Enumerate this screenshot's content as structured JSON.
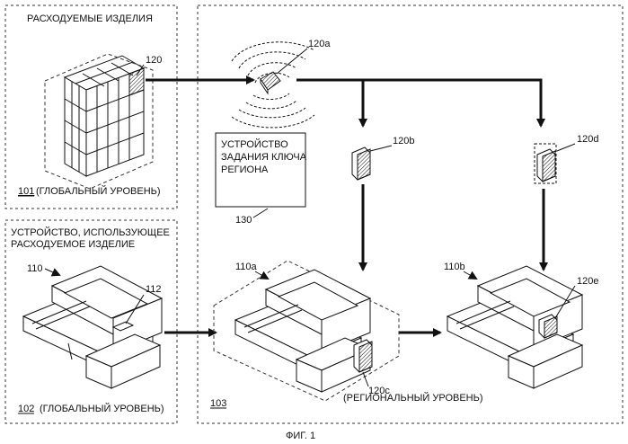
{
  "panel_consumables": {
    "title": "РАСХОДУЕМЫЕ ИЗДЕЛИЯ",
    "item_ref": "120",
    "level_number": "101",
    "level_text": "(ГЛОБАЛЬНЫЙ УРОВЕНЬ)"
  },
  "panel_device": {
    "title_line1": "УСТРОЙСТВО, ИСПОЛЬЗУЮЩЕЕ",
    "title_line2": "РАСХОДУЕМОЕ ИЗДЕЛИЕ",
    "device_ref": "110",
    "slot_ref": "112",
    "level_number": "102",
    "level_text": "(ГЛОБАЛЬНЫЙ УРОВЕНЬ)"
  },
  "panel_regional": {
    "tag_120a": "120a",
    "key_device_line1": "УСТРОЙСТВО",
    "key_device_line2": "ЗАДАНИЯ КЛЮЧА",
    "key_device_line3": "РЕГИОНА",
    "key_device_ref": "130",
    "tag_120b": "120b",
    "tag_120d": "120d",
    "device_110a": "110a",
    "tag_120c": "120c",
    "device_110b": "110b",
    "tag_120e": "120e",
    "level_number": "103",
    "level_text": "(РЕГИОНАЛЬНЫЙ  УРОВЕНЬ)"
  },
  "caption": "ФИГ. 1"
}
